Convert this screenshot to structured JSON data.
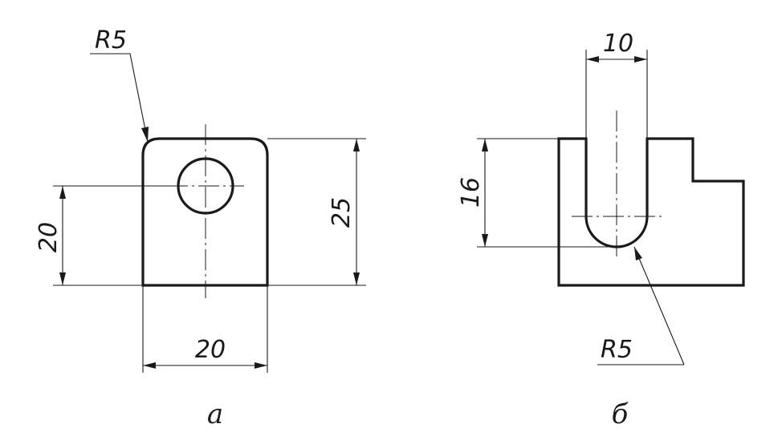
{
  "view_a": {
    "label": "а",
    "dims": {
      "fillet_radius": "R5",
      "hole_height": "20",
      "total_height": "25",
      "width": "20"
    }
  },
  "view_b": {
    "label": "б",
    "dims": {
      "slot_width": "10",
      "slot_depth": "16",
      "slot_radius": "R5"
    }
  }
}
